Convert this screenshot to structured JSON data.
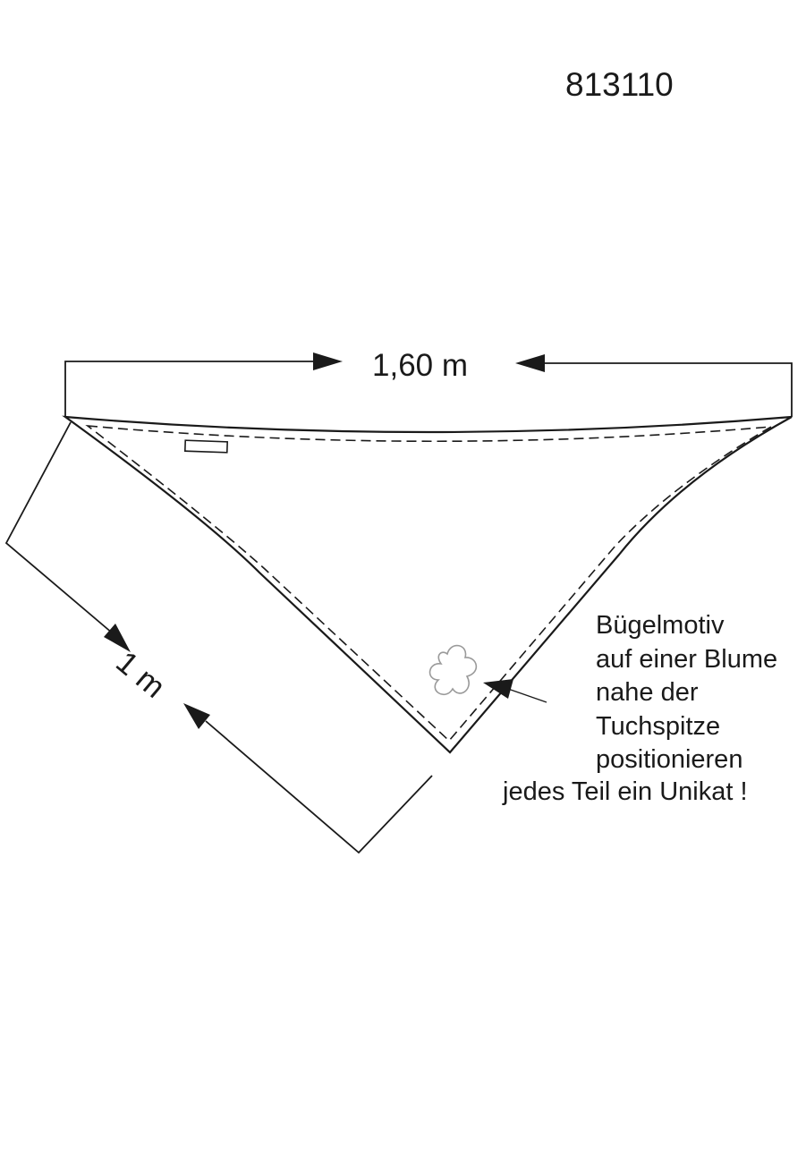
{
  "article_number": "813110",
  "dimensions": {
    "width_label": "1,60 m",
    "height_label": "1 m"
  },
  "annotation": {
    "lines": [
      "Bügelmotiv",
      "auf einer Blume",
      "nahe der",
      "Tuchspitze",
      "positionieren"
    ]
  },
  "note": "jedes Teil ein Unikat !",
  "colors": {
    "line": "#1a1a1a",
    "flower": "#9a9a9a",
    "background": "#ffffff"
  }
}
